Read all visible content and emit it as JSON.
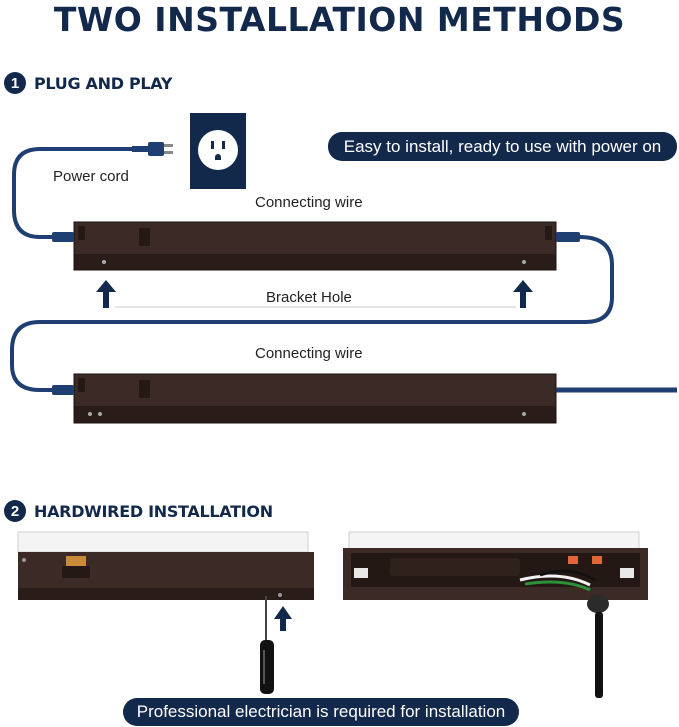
{
  "title": "TWO INSTALLATION METHODS",
  "section1": {
    "number": "1",
    "label": "PLUG AND PLAY"
  },
  "section2": {
    "number": "2",
    "label": "HARDWIRED INSTALLATION"
  },
  "callout_top": "Easy to install, ready to use with power on",
  "callout_bottom": "Professional electrician is required for installation",
  "labels": {
    "power_cord": "Power cord",
    "connecting_wire_1": "Connecting wire",
    "bracket_hole": "Bracket Hole",
    "connecting_wire_2": "Connecting wire"
  },
  "colors": {
    "navy": "#13294b",
    "cable": "#1f3f73",
    "bar": "#3b2a25",
    "bar_dark": "#2a1d19"
  }
}
